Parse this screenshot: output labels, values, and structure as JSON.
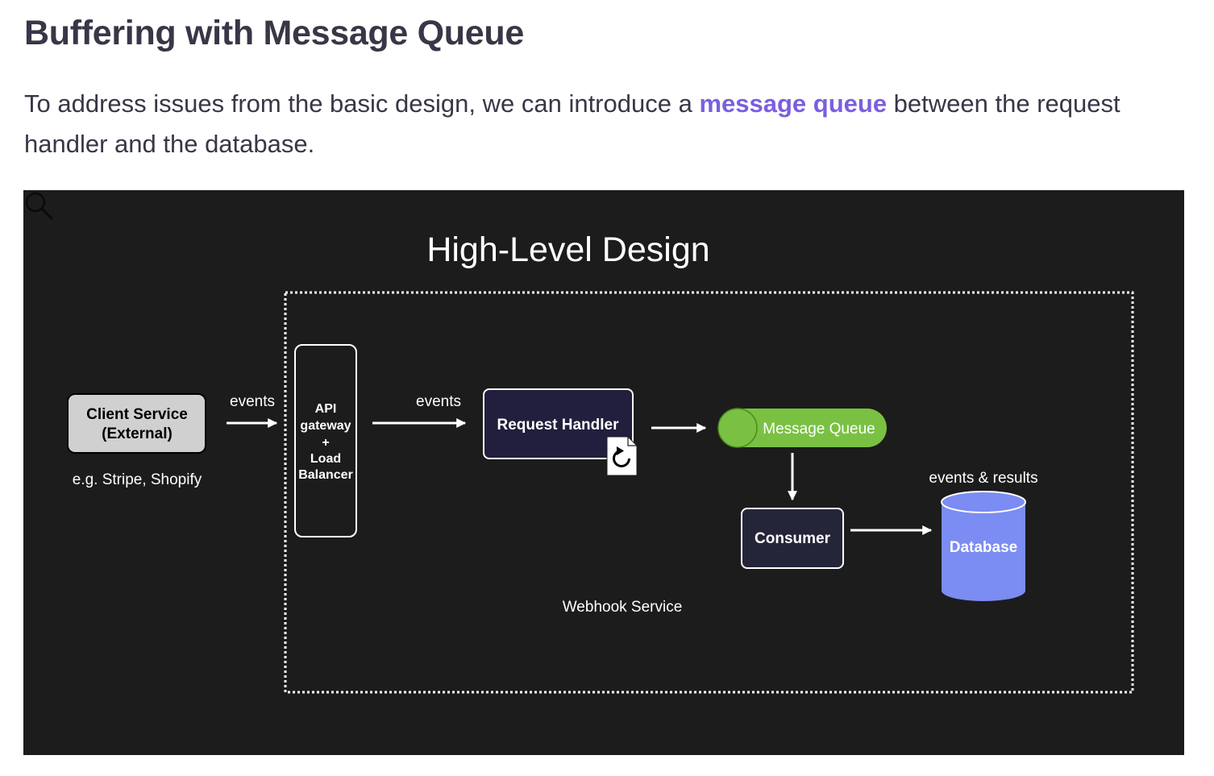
{
  "article": {
    "title": "Buffering with Message Queue",
    "intro_before": "To address issues from the basic design, we can introduce a ",
    "intro_link": "message queue",
    "intro_after": " between the request handler and the database."
  },
  "diagram": {
    "title": "High-Level Design",
    "client": {
      "line1": "Client Service",
      "line2": "(External)",
      "caption": "e.g. Stripe, Shopify"
    },
    "gateway": {
      "lines": [
        "API",
        "gateway",
        "+",
        "Load",
        "Balancer"
      ]
    },
    "request_handler": "Request Handler",
    "message_queue": "Message Queue",
    "consumer": "Consumer",
    "database": "Database",
    "edges": {
      "client_to_gateway": "events",
      "gateway_to_handler": "events",
      "consumer_to_database": "events & results"
    },
    "service_boundary": "Webhook Service",
    "colors": {
      "background": "#1c1c1c",
      "client_fill": "#d0d0d0",
      "handler_fill": "#211f3d",
      "consumer_fill": "#25253a",
      "queue_fill": "#7ac143",
      "database_fill": "#7b8cf2",
      "link": "#7b5ee0"
    },
    "icons": {
      "handler_badge": "refresh-document-icon",
      "zoom": "magnifier-icon"
    }
  }
}
